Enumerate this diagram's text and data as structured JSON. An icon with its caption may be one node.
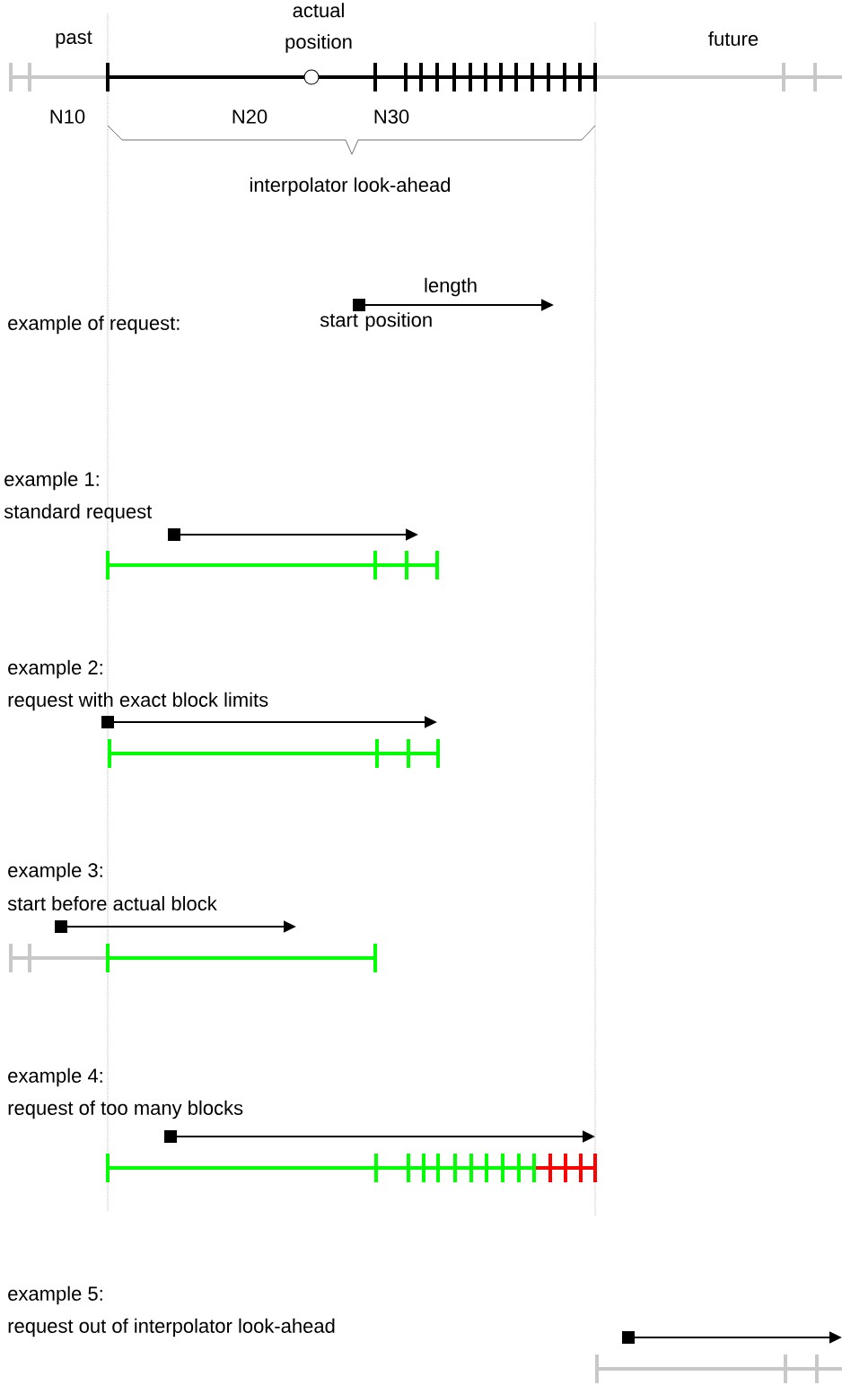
{
  "diagram": {
    "labels": [
      "actual position",
      "past",
      "future",
      "N10",
      "N20",
      "N30",
      "interpolator look-ahead",
      "length",
      "example of request:",
      "start position",
      "example 1:",
      "standard request",
      "example 2:",
      "request with exact block limits",
      "example 3:",
      "start before actual block",
      "example 4:",
      "request of too many blocks",
      "example 5:",
      "request out of interpolator look-ahead"
    ]
  }
}
